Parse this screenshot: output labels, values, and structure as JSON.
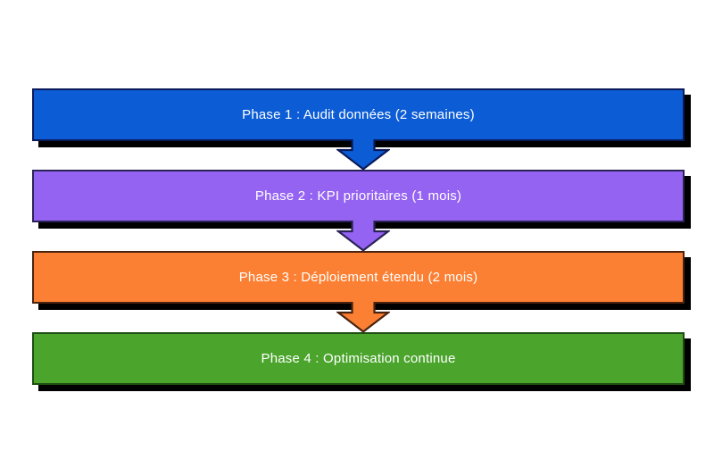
{
  "diagram": {
    "type": "flowchart",
    "background_color": "#ffffff",
    "shadow_color": "#000000",
    "text_color": "#ffffff",
    "phases": [
      {
        "label": "Phase 1 : Audit données (2 semaines)",
        "fill": "#0b5cd5",
        "border": "#0a1a5a"
      },
      {
        "label": "Phase 2 : KPI prioritaires (1 mois)",
        "fill": "#9563f2",
        "border": "#2b2258"
      },
      {
        "label": "Phase 3 : Déploiement étendu (2 mois)",
        "fill": "#fc8033",
        "border": "#4a2410"
      },
      {
        "label": "Phase 4 : Optimisation continue",
        "fill": "#4ba52d",
        "border": "#1d4d12"
      }
    ],
    "connectors": [
      {
        "from": 0,
        "to": 1,
        "shape": "block-arrow-down"
      },
      {
        "from": 1,
        "to": 2,
        "shape": "block-arrow-down"
      },
      {
        "from": 2,
        "to": 3,
        "shape": "block-arrow-down"
      }
    ]
  }
}
